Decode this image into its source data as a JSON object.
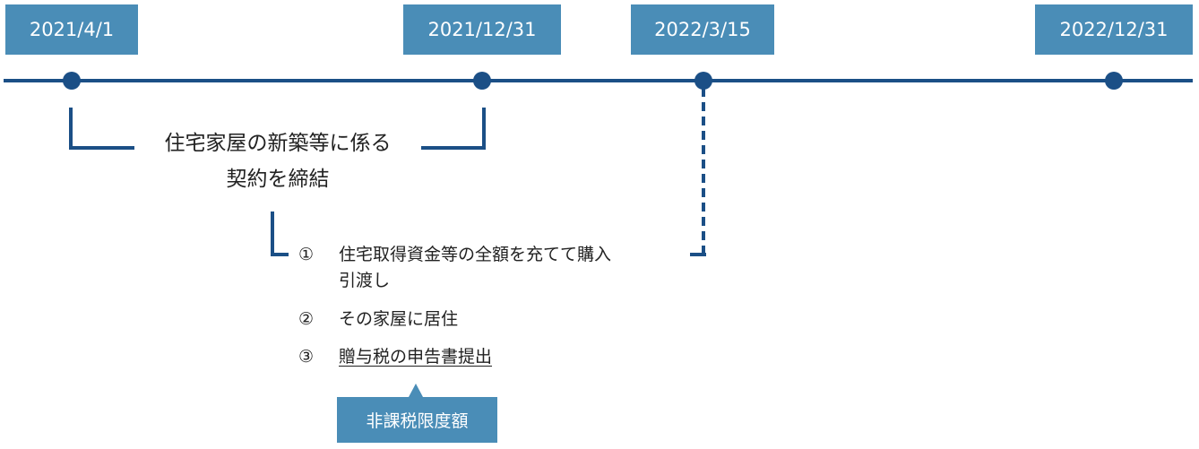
{
  "timeline": {
    "dates": [
      "2021/4/1",
      "2021/12/31",
      "2022/3/15",
      "2022/12/31"
    ]
  },
  "contract_label": {
    "line1": "住宅家屋の新築等に係る",
    "line2": "契約を締結"
  },
  "conditions": [
    {
      "num": "①",
      "line1": "住宅取得資金等の全額を充てて購入",
      "line2": "引渡し"
    },
    {
      "num": "②",
      "line1": "その家屋に居住"
    },
    {
      "num": "③",
      "line1": "贈与税の申告書提出"
    }
  ],
  "callout": {
    "label": "非課税限度額"
  },
  "colors": {
    "box_blue": "#4a8db7",
    "line_navy": "#1b4f86"
  }
}
